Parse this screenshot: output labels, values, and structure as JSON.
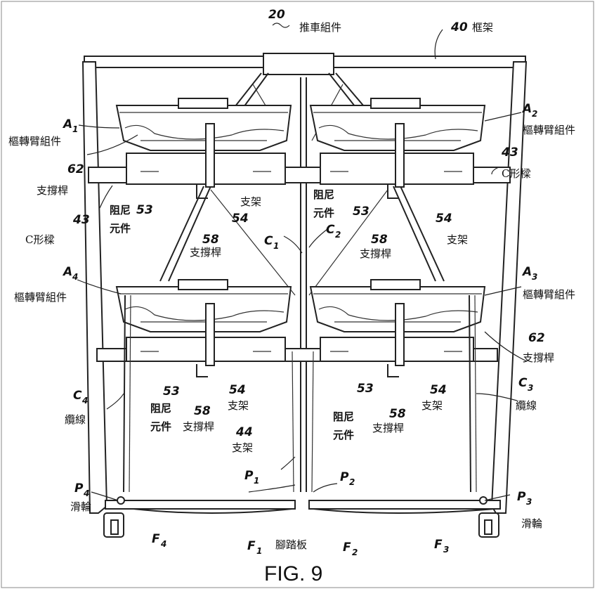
{
  "refs": {
    "r20": "20",
    "r40": "40",
    "A1": "A",
    "A1s": "1",
    "A2": "A",
    "A2s": "2",
    "A3": "A",
    "A3s": "3",
    "A4": "A",
    "A4s": "4",
    "r62a": "62",
    "r62b": "62",
    "r43a": "43",
    "r43b": "43",
    "r53a": "53",
    "r53b": "53",
    "r53c": "53",
    "r53d": "53",
    "r54a": "54",
    "r54b": "54",
    "r54c": "54",
    "r54d": "54",
    "r58a": "58",
    "r58b": "58",
    "r58c": "58",
    "r58d": "58",
    "r44": "44",
    "C1": "C",
    "C1s": "1",
    "C2": "C",
    "C2s": "2",
    "C3": "C",
    "C3s": "3",
    "C4": "C",
    "C4s": "4",
    "P1": "P",
    "P1s": "1",
    "P2": "P",
    "P2s": "2",
    "P3": "P",
    "P3s": "3",
    "P4": "P",
    "P4s": "4",
    "F1": "F",
    "F1s": "1",
    "F2": "F",
    "F2s": "2",
    "F3": "F",
    "F3s": "3",
    "F4": "F",
    "F4s": "4"
  },
  "zh": {
    "cart_assembly": "推車組件",
    "frame": "框架",
    "pivot_arm_a1": "樞轉臂組件",
    "pivot_arm_a2": "樞轉臂組件",
    "pivot_arm_a3": "樞轉臂組件",
    "pivot_arm_a4": "樞轉臂組件",
    "support_rod_left": "支撐桿",
    "c_beam_left": "C形樑",
    "c_beam_right": "C形樑",
    "damper_left_1": "阻尼",
    "damper_left_2": "元件",
    "damper_right_1": "阻尼",
    "damper_right_2": "元件",
    "damper_ll_1": "阻尼",
    "damper_ll_2": "元件",
    "damper_lr_1": "阻尼",
    "damper_lr_2": "元件",
    "bracket_tl": "支架",
    "bracket_tr": "支架",
    "bracket_bl": "支架",
    "bracket_br": "支架",
    "bracket_44": "支架",
    "rod58_tl": "支撐桿",
    "rod58_tr": "支撐桿",
    "rod58_bl": "支撐桿",
    "rod58_br": "支撐桿",
    "rod62_right": "支撐桿",
    "cable_left": "纜線",
    "cable_right": "纜線",
    "pulley_left": "滑輪",
    "pulley_right": "滑輪",
    "pedal": "腳踏板"
  },
  "caption": "FIG. 9"
}
